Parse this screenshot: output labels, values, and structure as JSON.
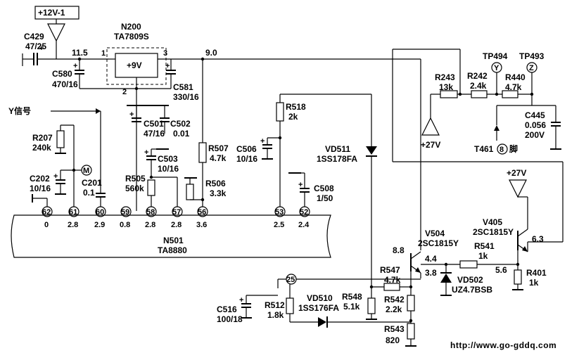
{
  "power": {
    "v12": "+12V-1",
    "v27a": "+27V",
    "v27b": "+27V"
  },
  "regulator": {
    "ref": "N200",
    "part": "TA7809S",
    "out": "+9V",
    "pin1": "1",
    "pin2": "2",
    "pin3": "3"
  },
  "ic": {
    "ref": "N501",
    "part": "TA8880"
  },
  "pins": [
    {
      "num": "62",
      "volt": "0"
    },
    {
      "num": "61",
      "volt": "2.8"
    },
    {
      "num": "60",
      "volt": "2.9"
    },
    {
      "num": "59",
      "volt": "0.8"
    },
    {
      "num": "58",
      "volt": "2.8"
    },
    {
      "num": "57",
      "volt": "2.8"
    },
    {
      "num": "56",
      "volt": "3.6"
    },
    {
      "num": "53",
      "volt": "2.5"
    },
    {
      "num": "52",
      "volt": "2.4"
    },
    {
      "num": "25",
      "volt": ""
    }
  ],
  "nets": {
    "n11_5": "11.5",
    "n9_0": "9.0",
    "n8_8": "8.8",
    "n4_4": "4.4",
    "n3_8": "3.8",
    "n5_6": "5.6",
    "n6_3": "6.3"
  },
  "input_label": "Y信号",
  "components": {
    "c429": {
      "ref": "C429",
      "val": "47/25"
    },
    "c580": {
      "ref": "C580",
      "val": "470/16"
    },
    "c581": {
      "ref": "C581",
      "val": "330/16"
    },
    "c501": {
      "ref": "C501",
      "val": "47/16"
    },
    "c502": {
      "ref": "C502",
      "val": "0.01"
    },
    "c503": {
      "ref": "C503",
      "val": "10/16"
    },
    "c506": {
      "ref": "C506",
      "val": "10/16"
    },
    "c508": {
      "ref": "C508",
      "val": "1/50"
    },
    "c202": {
      "ref": "C202",
      "val": "10/16"
    },
    "c201": {
      "ref": "C201",
      "val": "0.1"
    },
    "c516": {
      "ref": "C516",
      "val": "100/18"
    },
    "c445": {
      "ref": "C445",
      "val1": "0.056",
      "val2": "200V"
    },
    "r207": {
      "ref": "R207",
      "val": "240k"
    },
    "r505": {
      "ref": "R505",
      "val": "560k"
    },
    "r506": {
      "ref": "R506",
      "val": "3.3k"
    },
    "r507": {
      "ref": "R507",
      "val": "4.7k"
    },
    "r518": {
      "ref": "R518",
      "val": "2k"
    },
    "r512": {
      "ref": "R512",
      "val": "1.8k"
    },
    "r548": {
      "ref": "R548",
      "val": "5.1k"
    },
    "r547": {
      "ref": "R547",
      "val": "4.7k"
    },
    "r542": {
      "ref": "R542",
      "val": "2.2k"
    },
    "r543": {
      "ref": "R543",
      "val": "820"
    },
    "r541": {
      "ref": "R541",
      "val": "1k"
    },
    "r401": {
      "ref": "R401",
      "val": "1k"
    },
    "r243": {
      "ref": "R243",
      "val": "13k"
    },
    "r242": {
      "ref": "R242",
      "val": "2.4k"
    },
    "r440": {
      "ref": "R440",
      "val": "4.7k"
    },
    "vd511": {
      "ref": "VD511",
      "part": "1SS178FA"
    },
    "vd510": {
      "ref": "VD510",
      "part": "1SS176FA"
    },
    "vd502": {
      "ref": "VD502",
      "part": "UZ4.7BSB"
    },
    "v504": {
      "ref": "V504",
      "part": "2SC1815Y"
    },
    "v405": {
      "ref": "V405",
      "part": "2SC1815Y"
    }
  },
  "testpoints": {
    "tp494": "TP494",
    "tp493": "TP493",
    "y": "Y",
    "z": "Z",
    "m": "M"
  },
  "t461": {
    "ref": "T461",
    "pin": "8",
    "suffix": "脚"
  },
  "watermark": "http://www.go-gddq.com"
}
